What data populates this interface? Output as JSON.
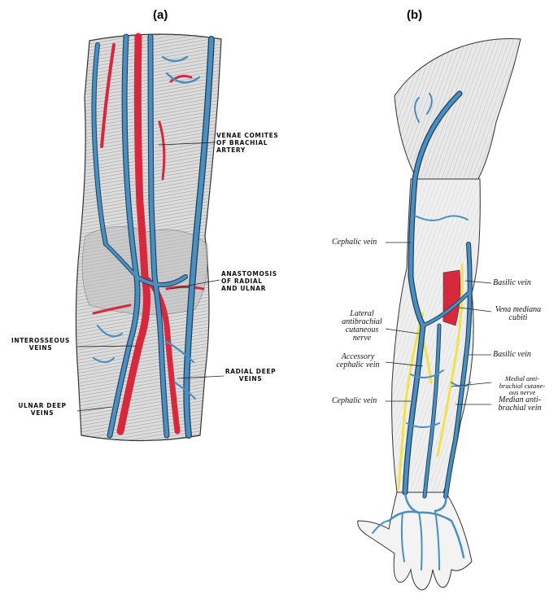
{
  "panels": {
    "a": {
      "label": "(a)",
      "labels": {
        "venae_comites": [
          "VENAE COMITES",
          "OF BRACHIAL",
          "ARTERY"
        ],
        "anastomosis": [
          "ANASTOMOSIS",
          "OF RADIAL",
          "AND ULNAR"
        ],
        "interosseous": [
          "INTEROSSEOUS",
          "VEINS"
        ],
        "radial_deep": [
          "RADIAL DEEP",
          "VEINS"
        ],
        "ulnar_deep": [
          "ULNAR DEEP",
          "VEINS"
        ]
      }
    },
    "b": {
      "label": "(b)",
      "labels": {
        "cephalic_upper": [
          "Cephalic vein"
        ],
        "basilic_upper": [
          "Basilic vein"
        ],
        "vena_mediana": [
          "Vena mediana",
          "cubiti"
        ],
        "lateral_antibrachial": [
          "Lateral",
          "antibrachial",
          "cutaneous",
          "nerve"
        ],
        "basilic_lower": [
          "Basilic vein"
        ],
        "accessory_cephalic": [
          "Accessory",
          "cephalic vein"
        ],
        "medial_antibrachial": [
          "Medial anti-",
          "brachial cutane-",
          "ous nerve"
        ],
        "cephalic_lower": [
          "Cephalic vein"
        ],
        "median_antibrachial": [
          "Median anti-",
          "brachial vein"
        ]
      }
    }
  },
  "colors": {
    "vein": "#4a8fc0",
    "vein_outline": "#1d3f5c",
    "artery": "#d8283e",
    "nerve": "#f0e24a",
    "tissue": "#d9d9d9",
    "ink": "#222222"
  }
}
